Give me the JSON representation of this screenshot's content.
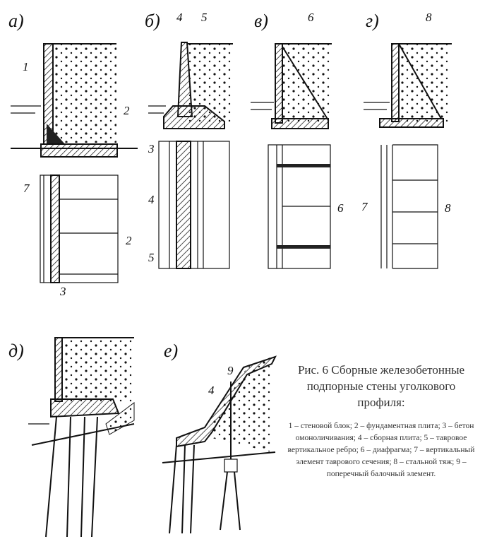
{
  "panels": {
    "a": "а)",
    "b": "б)",
    "v": "в)",
    "g": "г)",
    "d": "д)",
    "e": "е)"
  },
  "numbers": {
    "n1": "1",
    "n2": "2",
    "n3": "3",
    "n4": "4",
    "n5": "5",
    "n6": "6",
    "n7": "7",
    "n8": "8",
    "n9": "9"
  },
  "caption": {
    "title": "Рис. 6  Сборные железобетонные подпорные стены уголкового профиля:",
    "legend": "1 – стеновой блок; 2 – фундаментная плита; 3 – бетон омоноличивания; 4 – сборная плита; 5 – тавровое вертикальное ребро; 6 – диафрагма; 7 – вертикальный элемент таврового сечения;  8 – стальной тяж; 9 – поперечный балочный элемент."
  }
}
